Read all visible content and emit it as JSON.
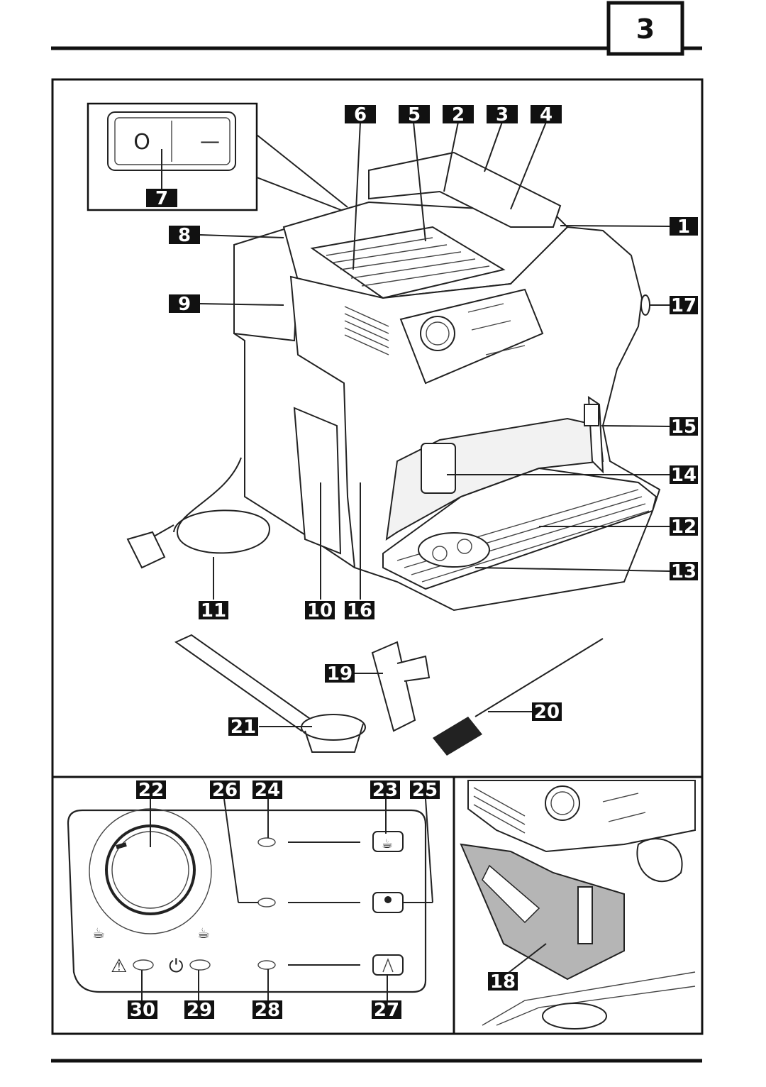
{
  "page_number": "3",
  "labels": {
    "l1": "1",
    "l2": "2",
    "l3": "3",
    "l4": "4",
    "l5": "5",
    "l6": "6",
    "l7": "7",
    "l8": "8",
    "l9": "9",
    "l10": "10",
    "l11": "11",
    "l12": "12",
    "l13": "13",
    "l14": "14",
    "l15": "15",
    "l16": "16",
    "l17": "17",
    "l18": "18",
    "l19": "19",
    "l20": "20",
    "l21": "21",
    "l22": "22",
    "l23": "23",
    "l24": "24",
    "l25": "25",
    "l26": "26",
    "l27": "27",
    "l28": "28",
    "l29": "29",
    "l30": "30"
  },
  "switch_symbols": {
    "off": "O",
    "on": "—"
  },
  "colors": {
    "ink": "#111111",
    "label_bg": "#111111",
    "label_text": "#ffffff",
    "shade": "#b5b5b5"
  }
}
